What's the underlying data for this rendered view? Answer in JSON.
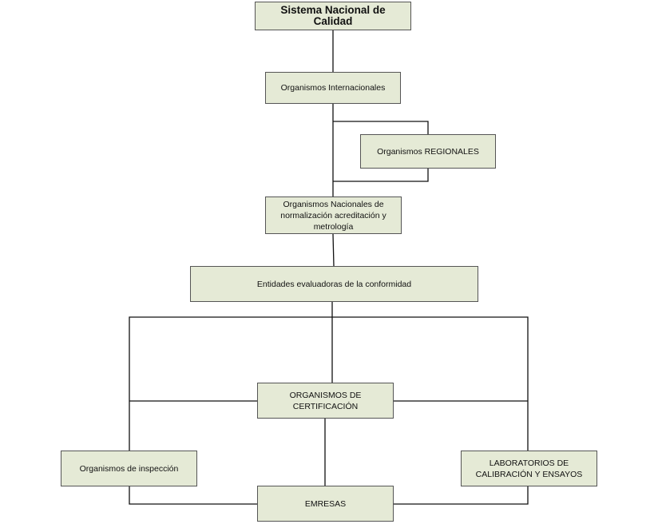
{
  "diagram": {
    "title": "Sistema Nacional de Calidad",
    "nodes": {
      "internacionales": "Organismos Internacionales",
      "regionales": "Organismos REGIONALES",
      "nacionales": "Organismos Nacionales de normalización acreditación y metrología",
      "entidades": "Entidades evaluadoras de la conformidad",
      "certificacion": "ORGANISMOS DE CERTIFICACIÓN",
      "inspeccion": "Organismos de inspección",
      "laboratorios": "LABORATORIOS DE CALIBRACIÓN Y ENSAYOS",
      "empresas": "EMRESAS"
    },
    "colors": {
      "box_fill": "#e5ead6",
      "box_border": "#555555",
      "connector": "#111111"
    }
  }
}
